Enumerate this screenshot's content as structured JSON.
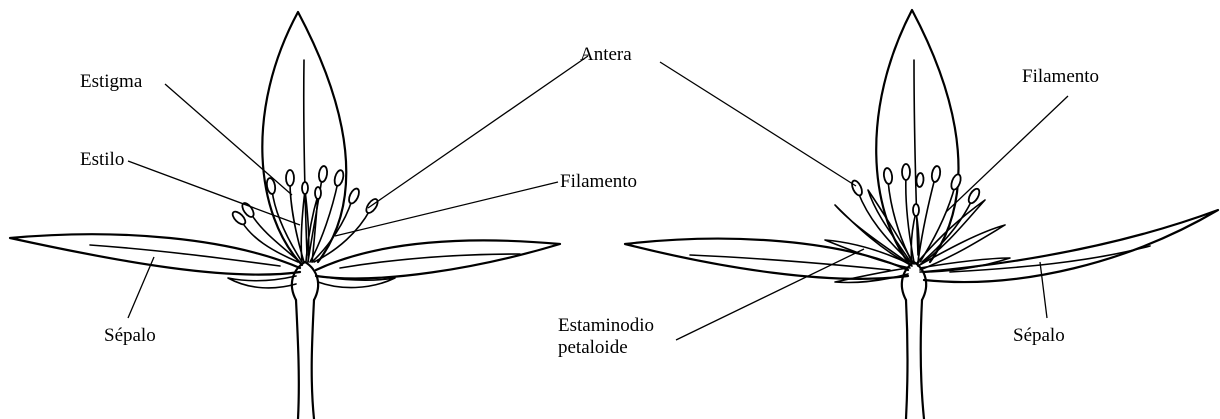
{
  "labels": {
    "estigma": "Estigma",
    "estilo": "Estilo",
    "antera": "Antera",
    "filamento_left": "Filamento",
    "filamento_right": "Filamento",
    "sepalo_left": "Sépalo",
    "sepalo_right": "Sépalo",
    "estaminodio_line1": "Estaminodio",
    "estaminodio_line2": "petaloide"
  },
  "colors": {
    "ink": "#000000",
    "background": "#ffffff"
  }
}
